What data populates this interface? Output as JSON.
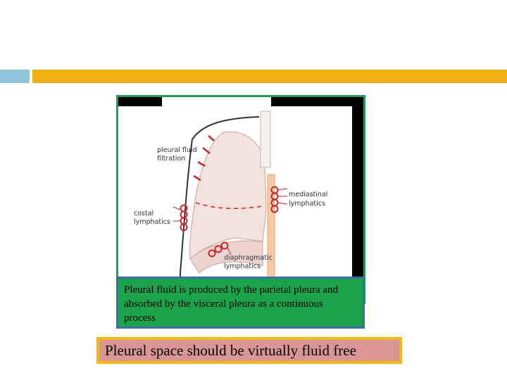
{
  "slide": {
    "accent_colors": {
      "left_bar": "#8fc3d9",
      "top_bar": "#efb10f"
    }
  },
  "figure": {
    "labels": {
      "filtration_line1": "pleural fluid",
      "filtration_line2": "filtration",
      "mediastinal_line1": "mediastinal",
      "mediastinal_line2": "lymphatics",
      "costal_line1": "costal",
      "costal_line2": "lymphatics",
      "diaphragmatic_line1": "diaphragmatic",
      "diaphragmatic_line2": "lymphatics"
    }
  },
  "caption": {
    "text": "Pleural fluid is produced by the parietal pleura and absorbed by the visceral pleura as a continuous process"
  },
  "note": {
    "text": "Pleural space should be virtually fluid free"
  }
}
